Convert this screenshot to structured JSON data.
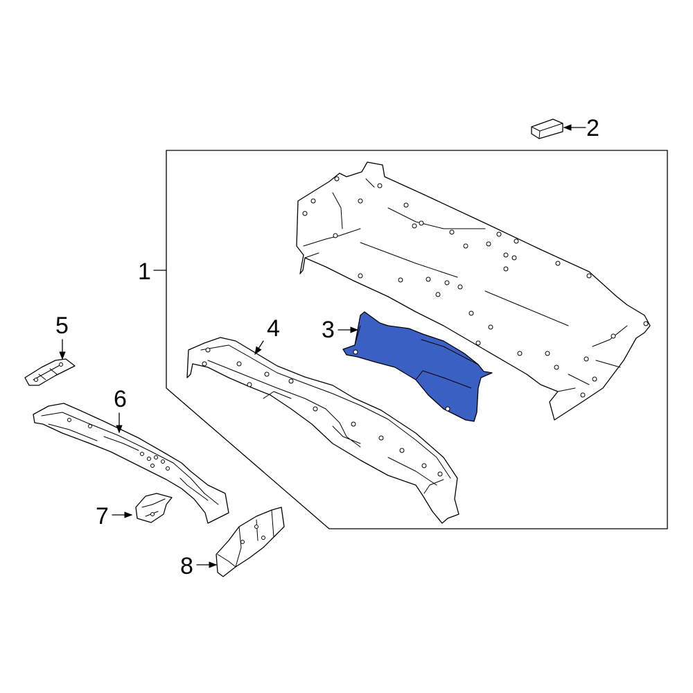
{
  "colors": {
    "highlight_fill": "#3B60C4",
    "line": "#000000",
    "background": "#ffffff"
  },
  "callouts": {
    "c1": "1",
    "c2": "2",
    "c3": "3",
    "c4": "4",
    "c5": "5",
    "c6": "6",
    "c7": "7",
    "c8": "8"
  },
  "highlighted_part": "3"
}
